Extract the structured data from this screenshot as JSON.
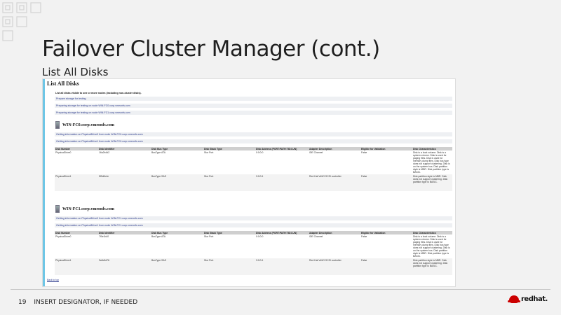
{
  "slide": {
    "title": "Failover Cluster Manager (cont.)",
    "subtitle": "List All Disks",
    "page_number": "19",
    "footer_text": "INSERT DESIGNATOR, IF NEEDED",
    "logo_text": "redhat."
  },
  "report": {
    "heading": "List All Disks",
    "intro": "List all disks visible to one or more nodes (including non-cluster disks).",
    "steps": [
      "Prepare storage for testing",
      "Preparing storage for testing on node WIN-FC0.corp.vmeonfs.com",
      "Preparing storage for testing on node WIN-FC1.corp.vmeonfs.com"
    ],
    "columns": [
      "Disk Number",
      "Disk Identifier",
      "Disk Bus Type",
      "Disk Stack Type",
      "Disk Address (PORT:PATH:TID:LUN)",
      "Adapter Description",
      "Eligible for Validation",
      "Disk Characteristics"
    ],
    "nodes": [
      {
        "host": "WIN-FC0.corp.vmeonfs.com",
        "info": [
          "Getting information on PhysicalDrive0 from node WIN-FC0.corp.vmeonfs.com",
          "Getting information on PhysicalDrive1 from node WIN-FC0.corp.vmeonfs.com"
        ],
        "rows": [
          [
            "PhysicalDrive0",
            "16a2b4d2",
            "BusType ATA",
            "Stor Port",
            "0:0:0:0",
            "IDE Channel",
            "False",
            "Disk is a boot volume. Disk is a system volume. Disk is used for paging files. Disk is used for memory dump files. Disk bus type does not support clustering. Disk is on the system bus. Disk partition style is MBR. Disk partition type is BASIC."
          ],
          [
            "PhysicalDrive1",
            "5f9d0c4e",
            "BusType SAS",
            "Stor Port",
            "3:0:0:1",
            "Red Hat VirtIO SCSI controller",
            "False",
            "Disk partition style is MBR. Disk does not support clustering. Disk partition type is BASIC."
          ]
        ]
      },
      {
        "host": "WIN-FC1.corp.vmeonfs.com",
        "info": [
          "Getting information on PhysicalDrive0 from node WIN-FC1.corp.vmeonfs.com",
          "Getting information on PhysicalDrive1 from node WIN-FC1.corp.vmeonfs.com"
        ],
        "rows": [
          [
            "PhysicalDrive0",
            "7f0e1b40",
            "BusType ATA",
            "Stor Port",
            "0:0:0:0",
            "IDE Channel",
            "False",
            "Disk is a boot volume. Disk is a system volume. Disk is used for paging files. Disk is used for memory dump files. Disk bus type does not support clustering. Disk is on the system bus. Disk partition style is MBR. Disk partition type is BASIC."
          ],
          [
            "PhysicalDrive1",
            "9a3c5d76",
            "BusType SAS",
            "Stor Port",
            "3:0:0:1",
            "Red Hat VirtIO SCSI controller",
            "False",
            "Disk partition style is MBR. Disk does not support clustering. Disk partition type is BASIC."
          ]
        ]
      }
    ],
    "bottom_link": "Back to top"
  },
  "colors": {
    "accent_strip": "#6ec6e6",
    "logo_red": "#cc0000",
    "link": "#2b3a8c"
  }
}
